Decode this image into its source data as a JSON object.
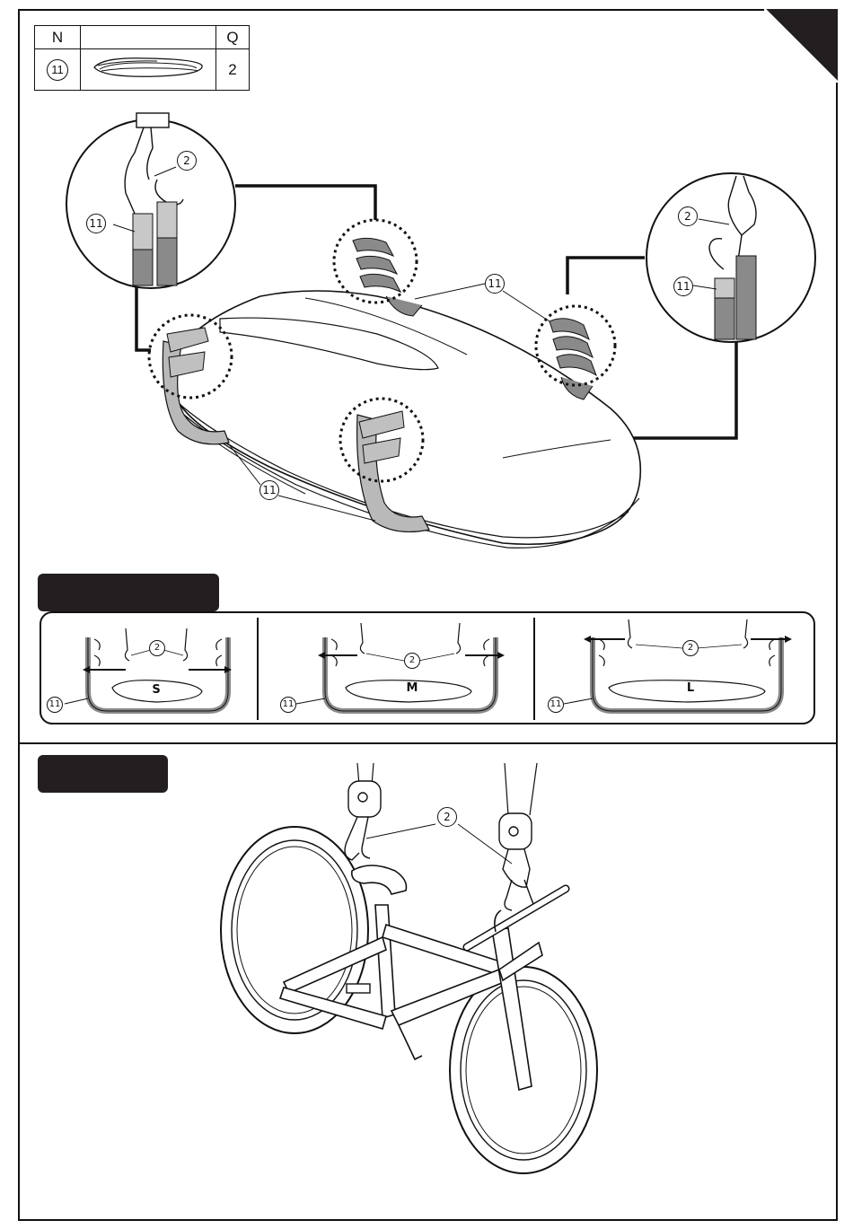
{
  "parts_table": {
    "header_n": "N",
    "header_q": "Q",
    "row_part": "11",
    "row_qty": "2"
  },
  "callouts": {
    "strap": "11",
    "hook": "2"
  },
  "sizes": [
    "S",
    "M",
    "L"
  ],
  "colors": {
    "ink": "#111111",
    "pill": "#231f20",
    "strap_gray": "#8a8a8a"
  }
}
